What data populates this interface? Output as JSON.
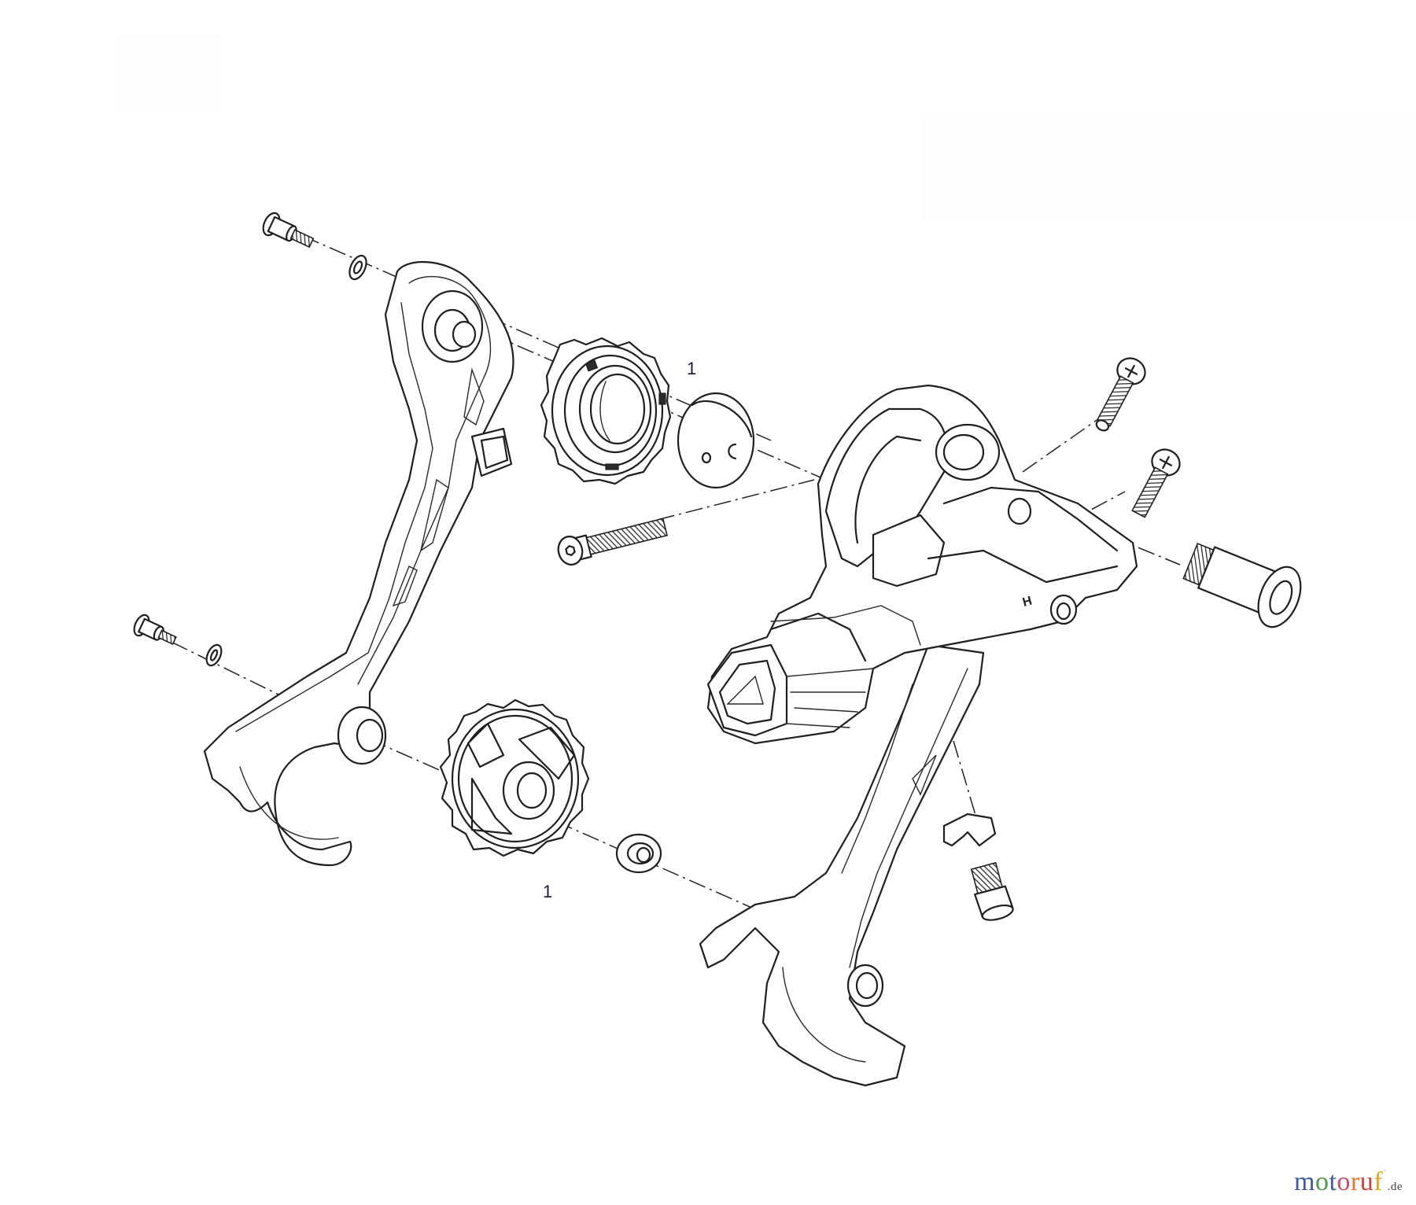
{
  "diagram": {
    "type": "exploded-parts-diagram",
    "subject": "rear derailleur",
    "callouts": [
      {
        "label": "1",
        "target": "upper jockey wheel"
      },
      {
        "label": "1",
        "target": "lower jockey wheel"
      }
    ],
    "parts": [
      {
        "name": "upper cage bolt"
      },
      {
        "name": "upper cage washer"
      },
      {
        "name": "lower cage bolt"
      },
      {
        "name": "lower cage washer"
      },
      {
        "name": "inner cage plate"
      },
      {
        "name": "upper jockey wheel"
      },
      {
        "name": "lower jockey wheel"
      },
      {
        "name": "dust cap plate"
      },
      {
        "name": "lower pulley washer"
      },
      {
        "name": "pulley socket head bolt"
      },
      {
        "name": "derailleur body"
      },
      {
        "name": "outer cage plate"
      },
      {
        "name": "limit screw H"
      },
      {
        "name": "limit screw L"
      },
      {
        "name": "cable barrel adjuster"
      },
      {
        "name": "b-tension bracket"
      },
      {
        "name": "b-tension bolt"
      }
    ],
    "body_marking": "H"
  },
  "logo": {
    "letters": [
      {
        "ch": "m",
        "color": "#3b5ba8"
      },
      {
        "ch": "o",
        "color": "#4a9a48"
      },
      {
        "ch": "t",
        "color": "#3b5ba8"
      },
      {
        "ch": "o",
        "color": "#d04a6a"
      },
      {
        "ch": "r",
        "color": "#e07a2a"
      },
      {
        "ch": "u",
        "color": "#d0403a"
      },
      {
        "ch": "f",
        "color": "#e8a21a"
      }
    ],
    "suffix": ".de"
  }
}
